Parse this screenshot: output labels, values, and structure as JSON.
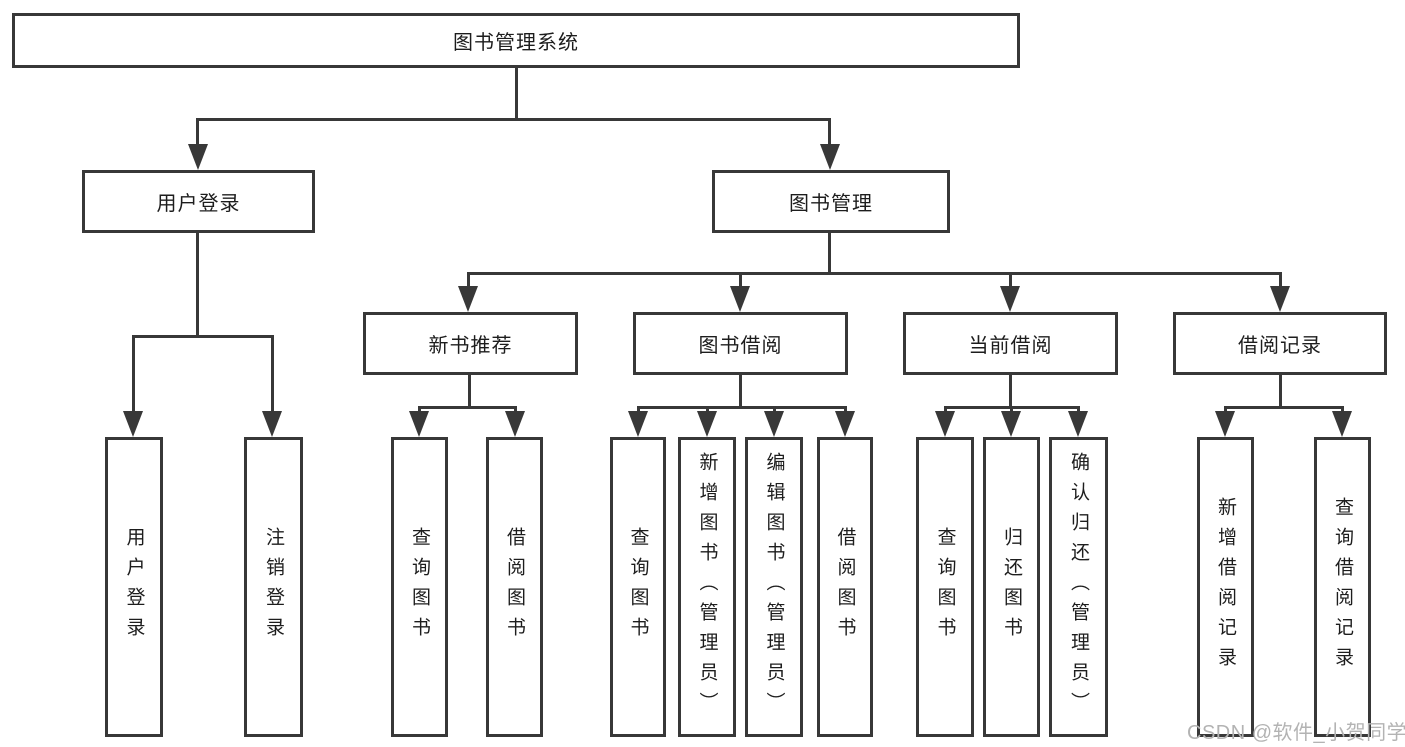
{
  "diagram_title": "图书管理系统",
  "tree": {
    "label": "图书管理系统",
    "children": [
      {
        "label": "用户登录",
        "children": [
          {
            "label": "用户登录"
          },
          {
            "label": "注销登录"
          }
        ]
      },
      {
        "label": "图书管理",
        "children": [
          {
            "label": "新书推荐",
            "children": [
              {
                "label": "查询图书"
              },
              {
                "label": "借阅图书"
              }
            ]
          },
          {
            "label": "图书借阅",
            "children": [
              {
                "label": "查询图书"
              },
              {
                "label": "新增图书（管理员）"
              },
              {
                "label": "编辑图书（管理员）"
              },
              {
                "label": "借阅图书"
              }
            ]
          },
          {
            "label": "当前借阅",
            "children": [
              {
                "label": "查询图书"
              },
              {
                "label": "归还图书"
              },
              {
                "label": "确认归还（管理员）"
              }
            ]
          },
          {
            "label": "借阅记录",
            "children": [
              {
                "label": "新增借阅记录"
              },
              {
                "label": "查询借阅记录"
              }
            ]
          }
        ]
      }
    ]
  },
  "watermark": {
    "text": "CSDN @软件_小贺同学"
  },
  "colors": {
    "line": "#383838",
    "text": "#1d1d1d",
    "background": "#ffffff",
    "watermark": "#b3b3b3"
  }
}
